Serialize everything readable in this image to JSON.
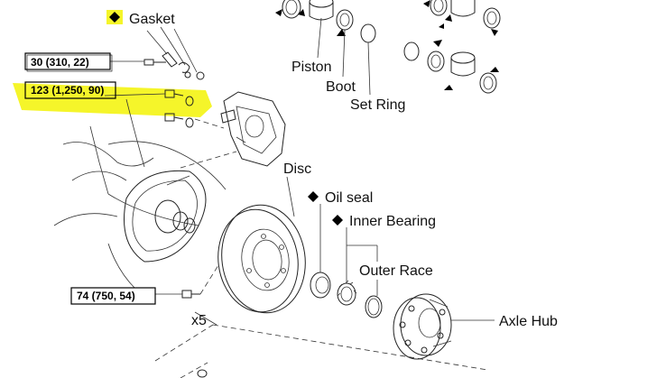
{
  "labels": {
    "gasket": "Gasket",
    "piston": "Piston",
    "boot": "Boot",
    "set_ring": "Set Ring",
    "disc": "Disc",
    "oil_seal": "Oil seal",
    "inner_bearing": "Inner Bearing",
    "outer_race": "Outer Race",
    "axle_hub": "Axle Hub",
    "x5": "x5"
  },
  "torque_specs": {
    "spec_1": "30 (310, 22)",
    "spec_2": "123 (1,250, 90)",
    "spec_3": "74 (750, 54)"
  },
  "colors": {
    "highlight": "#f5f52a",
    "line": "#222222",
    "background": "#ffffff"
  },
  "icons": {
    "new_part_marker": "black-diamond-icon",
    "direction_marker": "arrow-icon"
  }
}
